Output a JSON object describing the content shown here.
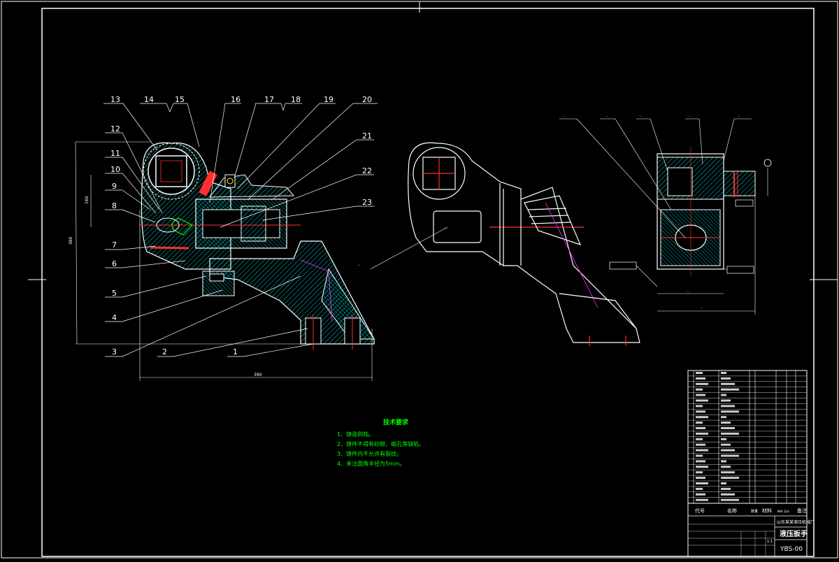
{
  "colors": {
    "background": "#000000",
    "outline": "#ffffff",
    "hatch": "#00ffff",
    "green_text": "#00ff00",
    "centerline": "#ff3030",
    "yellow": "#ffff00",
    "magenta": "#ff33ff"
  },
  "balloons": {
    "top": [
      "13",
      "14",
      "15",
      "16",
      "17",
      "18",
      "19",
      "20"
    ],
    "right": [
      "21",
      "22",
      "23"
    ],
    "left": [
      "12",
      "11",
      "10",
      "9",
      "8",
      "7",
      "6",
      "5",
      "4"
    ],
    "bottom": [
      "3",
      "2",
      "1"
    ]
  },
  "notes": {
    "title": "技术要求",
    "items": [
      "1、铸造倒钝。",
      "2、铸件不得有砂眼、缩孔等缺陷。",
      "3、铸件内不允许有裂纹。",
      "4、未注圆角半径为5mm。"
    ]
  },
  "title_block": {
    "company": "山东某某液压机械厂",
    "drawing_name": "液压扳手",
    "drawing_number": "YBS-00",
    "header_code": "代号",
    "header_name": "名称",
    "header_qty": "数量",
    "header_material": "材料",
    "header_weight": "单件 总计",
    "header_note": "备注",
    "scale": "1:1"
  }
}
